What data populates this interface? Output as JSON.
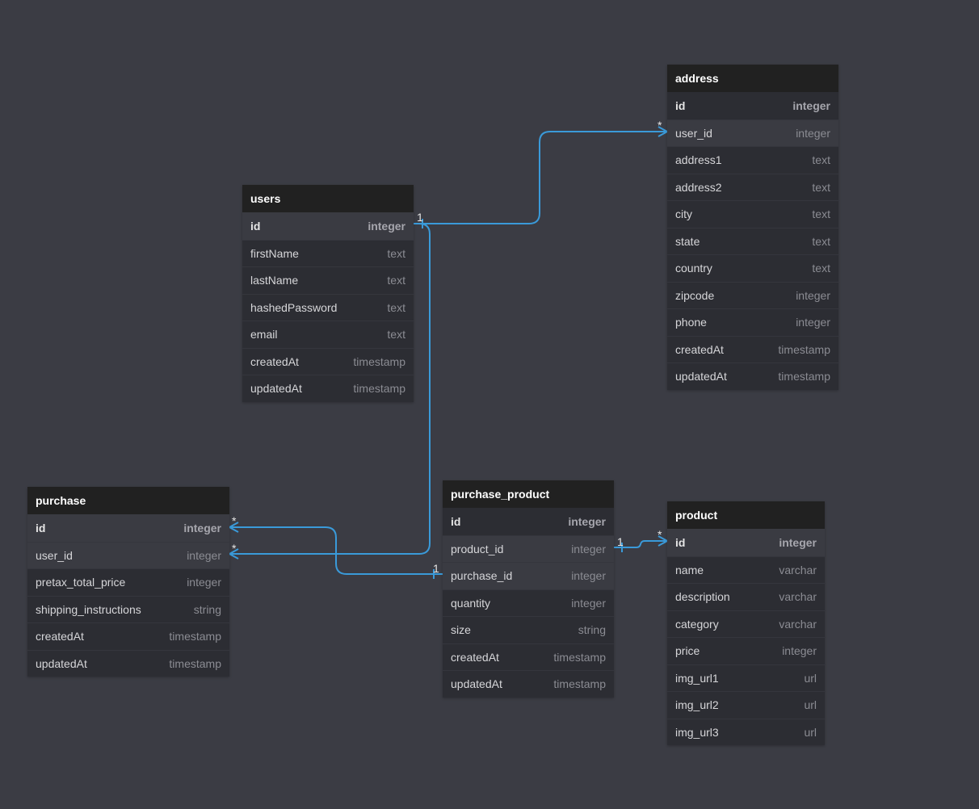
{
  "colors": {
    "background": "#3b3c44",
    "table_header": "#212121",
    "table_body": "#2c2d33",
    "relation_line": "#3a9ad9"
  },
  "tables": {
    "address": {
      "name": "address",
      "columns": [
        {
          "name": "id",
          "type": "integer"
        },
        {
          "name": "user_id",
          "type": "integer"
        },
        {
          "name": "address1",
          "type": "text"
        },
        {
          "name": "address2",
          "type": "text"
        },
        {
          "name": "city",
          "type": "text"
        },
        {
          "name": "state",
          "type": "text"
        },
        {
          "name": "country",
          "type": "text"
        },
        {
          "name": "zipcode",
          "type": "integer"
        },
        {
          "name": "phone",
          "type": "integer"
        },
        {
          "name": "createdAt",
          "type": "timestamp"
        },
        {
          "name": "updatedAt",
          "type": "timestamp"
        }
      ]
    },
    "users": {
      "name": "users",
      "columns": [
        {
          "name": "id",
          "type": "integer"
        },
        {
          "name": "firstName",
          "type": "text"
        },
        {
          "name": "lastName",
          "type": "text"
        },
        {
          "name": "hashedPassword",
          "type": "text"
        },
        {
          "name": "email",
          "type": "text"
        },
        {
          "name": "createdAt",
          "type": "timestamp"
        },
        {
          "name": "updatedAt",
          "type": "timestamp"
        }
      ]
    },
    "purchase": {
      "name": "purchase",
      "columns": [
        {
          "name": "id",
          "type": "integer"
        },
        {
          "name": "user_id",
          "type": "integer"
        },
        {
          "name": "pretax_total_price",
          "type": "integer"
        },
        {
          "name": "shipping_instructions",
          "type": "string"
        },
        {
          "name": "createdAt",
          "type": "timestamp"
        },
        {
          "name": "updatedAt",
          "type": "timestamp"
        }
      ]
    },
    "purchase_product": {
      "name": "purchase_product",
      "columns": [
        {
          "name": "id",
          "type": "integer"
        },
        {
          "name": "product_id",
          "type": "integer"
        },
        {
          "name": "purchase_id",
          "type": "integer"
        },
        {
          "name": "quantity",
          "type": "integer"
        },
        {
          "name": "size",
          "type": "string"
        },
        {
          "name": "createdAt",
          "type": "timestamp"
        },
        {
          "name": "updatedAt",
          "type": "timestamp"
        }
      ]
    },
    "product": {
      "name": "product",
      "columns": [
        {
          "name": "id",
          "type": "integer"
        },
        {
          "name": "name",
          "type": "varchar"
        },
        {
          "name": "description",
          "type": "varchar"
        },
        {
          "name": "category",
          "type": "varchar"
        },
        {
          "name": "price",
          "type": "integer"
        },
        {
          "name": "img_url1",
          "type": "url"
        },
        {
          "name": "img_url2",
          "type": "url"
        },
        {
          "name": "img_url3",
          "type": "url"
        }
      ]
    }
  },
  "relations": [
    {
      "from": "users.id",
      "to": "address.user_id",
      "from_card": "1",
      "to_card": "*"
    },
    {
      "from": "users.id",
      "to": "purchase.user_id",
      "from_card": "1",
      "to_card": "*"
    },
    {
      "from": "purchase_product.purchase_id",
      "to": "purchase.id",
      "from_card": "1",
      "to_card": "*"
    },
    {
      "from": "purchase_product.product_id",
      "to": "product.id",
      "from_card": "1",
      "to_card": "*"
    }
  ]
}
